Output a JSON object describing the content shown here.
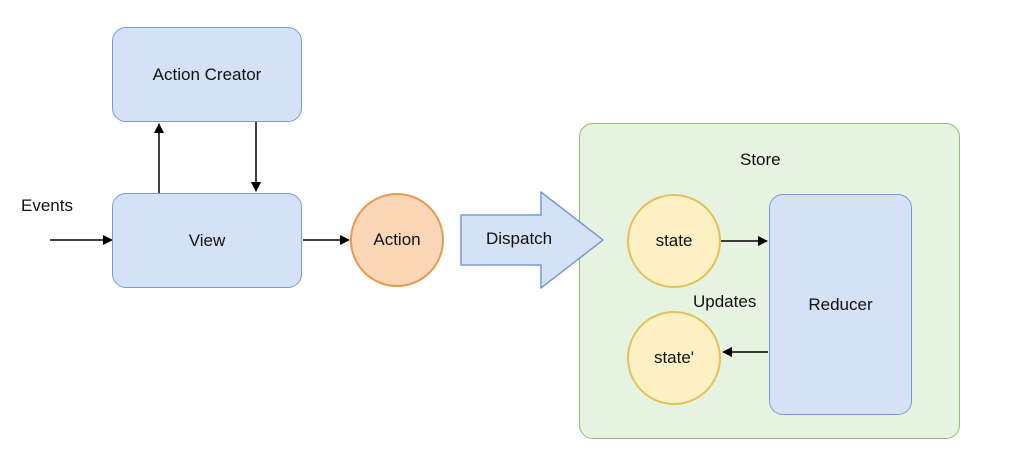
{
  "nodes": {
    "action_creator": "Action Creator",
    "view": "View",
    "action": "Action",
    "dispatch": "Dispatch",
    "store": "Store",
    "state": "state",
    "state_prime": "state'",
    "reducer": "Reducer"
  },
  "labels": {
    "events": "Events",
    "updates": "Updates"
  },
  "colors": {
    "box_fill": "#d4e1f7",
    "box_stroke": "#7a9bd2",
    "store_fill": "#e6f3e0",
    "store_stroke": "#8ebe76",
    "action_fill": "#fbd7b7",
    "action_stroke": "#e59a4c",
    "state_fill": "#fdf0c2",
    "state_stroke": "#e2c15a"
  }
}
